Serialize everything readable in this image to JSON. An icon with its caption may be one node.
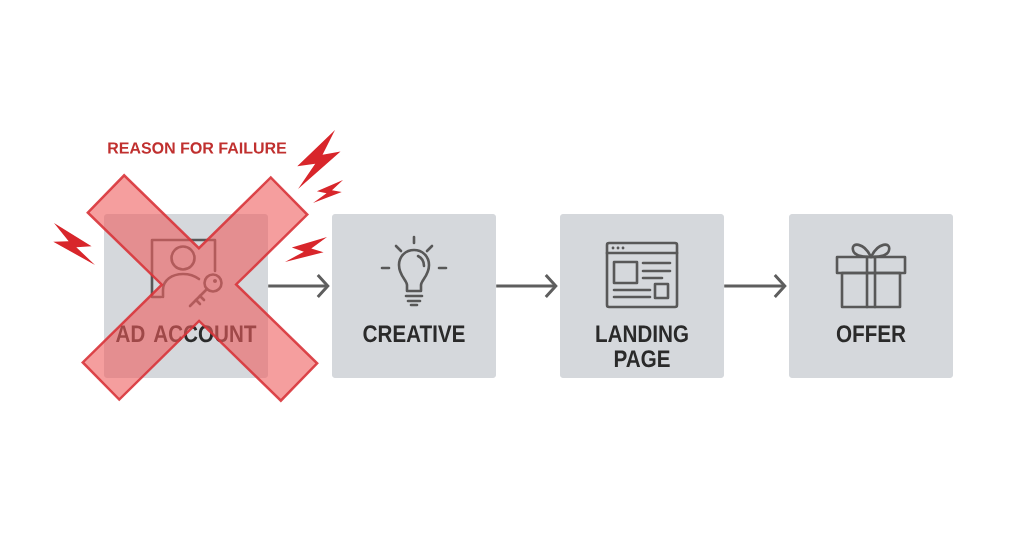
{
  "diagram": {
    "nodes": [
      {
        "text": [
          "AD ACCOUNT"
        ],
        "beside": [
          "REASON FOR FAILURE"
        ]
      },
      {
        "text": [
          "CREATIVE"
        ]
      },
      {
        "text": [
          "LANDING PAGE"
        ]
      },
      {
        "text": [
          "OFFER"
        ]
      }
    ],
    "edges": [
      {
        "from": 0,
        "to": 1,
        "arrow": "to"
      },
      {
        "from": 1,
        "to": 2,
        "arrow": "to"
      },
      {
        "from": 2,
        "to": 3,
        "arrow": "to"
      }
    ]
  }
}
